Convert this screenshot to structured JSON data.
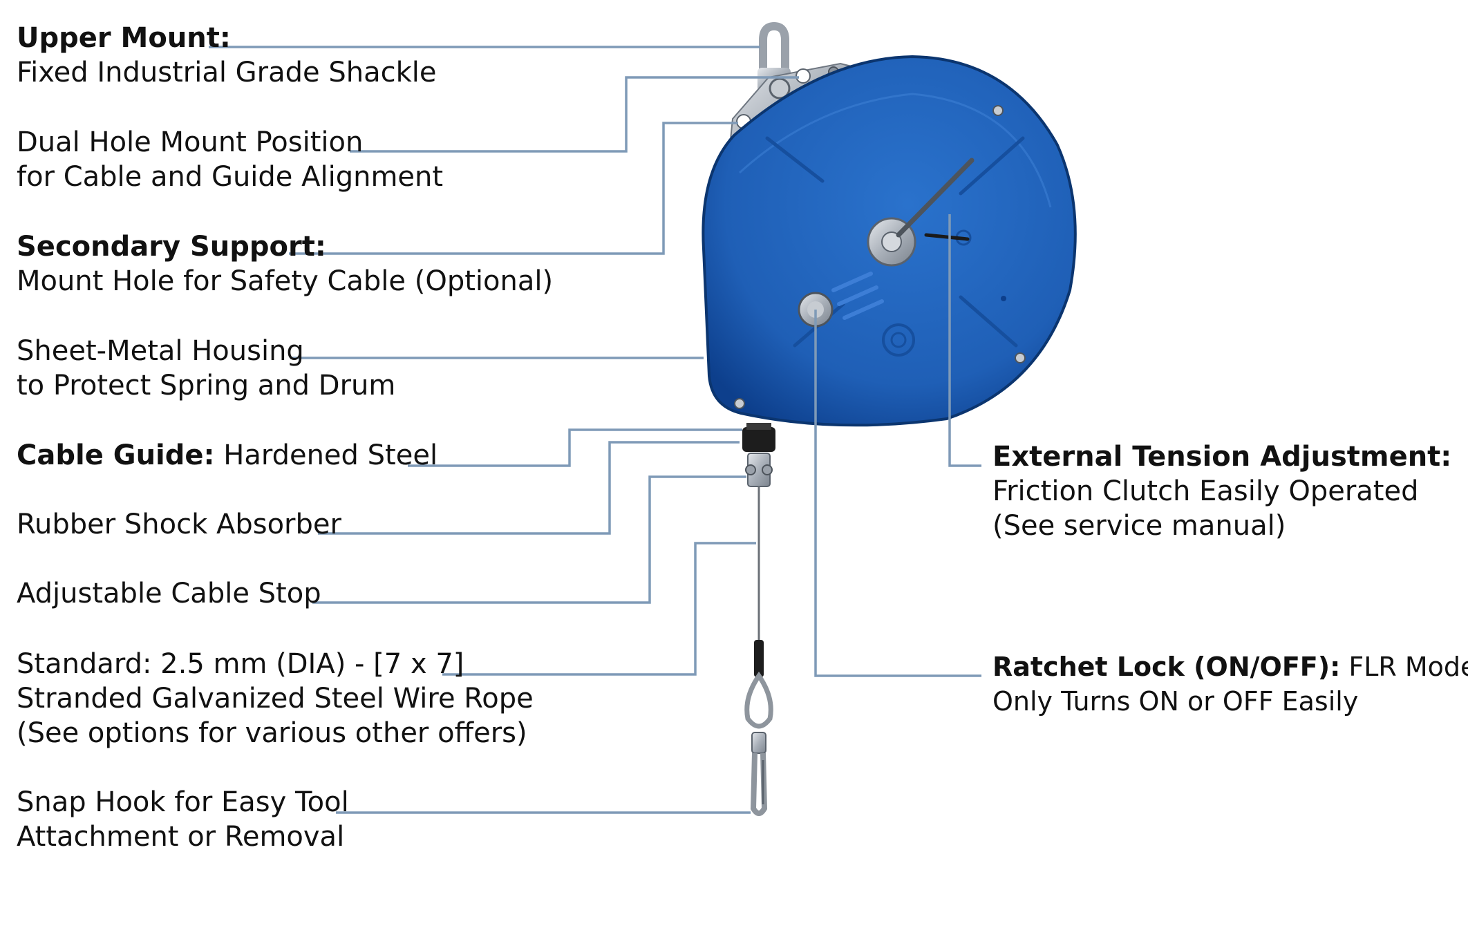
{
  "colors": {
    "leader_line": "#7f9ab7",
    "housing_blue": "#1f5fb6",
    "housing_dark": "#0d3f8c",
    "metal": "#b8bec6"
  },
  "callouts": {
    "upper_mount": {
      "bold": "Upper Mount:",
      "text": "",
      "line2": "Fixed Industrial Grade Shackle"
    },
    "dual_hole": {
      "line1": "Dual Hole Mount Position",
      "line2": "for Cable and Guide Alignment"
    },
    "secondary_support": {
      "bold": "Secondary Support:",
      "line2": "Mount Hole for Safety Cable (Optional)"
    },
    "housing": {
      "line1": "Sheet-Metal Housing",
      "line2": "to Protect Spring and Drum"
    },
    "cable_guide": {
      "bold": "Cable Guide:",
      "text": " Hardened Steel"
    },
    "shock_absorber": {
      "line1": "Rubber Shock Absorber"
    },
    "cable_stop": {
      "line1": "Adjustable Cable Stop"
    },
    "wire_rope": {
      "line1": "Standard: 2.5 mm (DIA) - [7 x 7]",
      "line2": "Stranded Galvanized Steel Wire Rope",
      "line3": "(See options for various other offers)"
    },
    "snap_hook": {
      "line1": "Snap Hook for Easy Tool",
      "line2": "Attachment or Removal"
    },
    "tension_adjustment": {
      "bold": "External Tension Adjustment:",
      "line2": "Friction Clutch Easily Operated",
      "line3": "(See service manual)"
    },
    "ratchet_lock": {
      "bold": "Ratchet Lock (ON/OFF):",
      "text": " FLR Models",
      "line2": "Only Turns ON or OFF Easily"
    }
  }
}
